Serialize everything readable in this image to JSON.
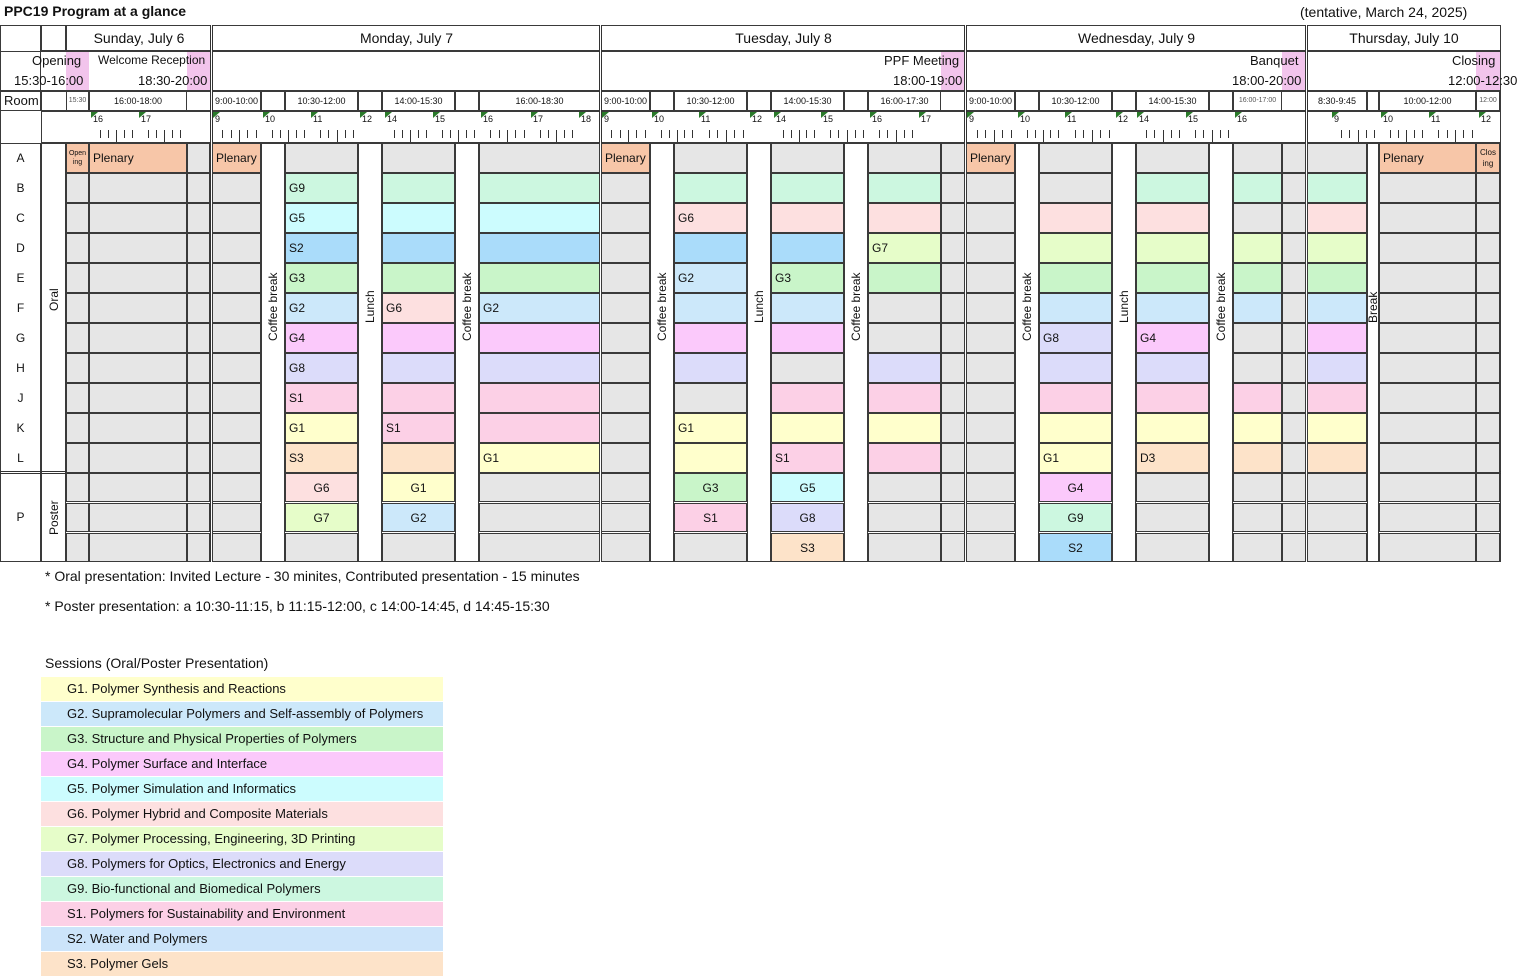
{
  "title": "PPC19 Program at a glance",
  "tentative": "(tentative, March 24, 2025)",
  "room_label": "Room",
  "days": [
    "Sunday, July 6",
    "Monday, July 7",
    "Tuesday, July 8",
    "Wednesday, July 9",
    "Thursday, July 10"
  ],
  "events": [
    {
      "name": "Opening",
      "time": "15:30-16:00"
    },
    {
      "name": "Welcome Reception",
      "time": "18:30-20:00"
    },
    {
      "name": "PPF Meeting",
      "time": "18:00-19:00"
    },
    {
      "name": "Banquet",
      "time": "18:00-20:00"
    },
    {
      "name": "Closing",
      "time": "12:00-12:30"
    }
  ],
  "time_slots": [
    "15:30",
    "16:00-18:00",
    "9:00-10:00",
    "10:30-12:00",
    "14:00-15:30",
    "16:00-18:30",
    "9:00-10:00",
    "10:30-12:00",
    "14:00-15:30",
    "16:00-17:30",
    "9:00-10:00",
    "10:30-12:00",
    "14:00-15:30",
    "16:00-17:00",
    "8:30-9:45",
    "10:00-12:00",
    "12:00"
  ],
  "ticks": [
    "16",
    "17",
    "9",
    "10",
    "11",
    "12",
    "14",
    "15",
    "16",
    "17",
    "18",
    "9",
    "10",
    "11",
    "12",
    "14",
    "15",
    "16",
    "17",
    "9",
    "10",
    "11",
    "12",
    "14",
    "15",
    "16",
    "9",
    "10",
    "11",
    "12"
  ],
  "rooms": [
    "A",
    "B",
    "C",
    "D",
    "E",
    "F",
    "G",
    "H",
    "J",
    "K",
    "L",
    "P"
  ],
  "group_labels": {
    "oral": "Oral",
    "poster": "Poster"
  },
  "breaks": {
    "coffee": "Coffee break",
    "lunch": "Lunch",
    "break": "Break"
  },
  "cells": {
    "plenary": "Plenary",
    "opening_small": "Open ing",
    "closing_small": "Clos ing",
    "mon_1030": [
      "G9",
      "G5",
      "S2",
      "G3",
      "G2",
      "G4",
      "G8",
      "S1",
      "G1",
      "S3"
    ],
    "mon_1400": [
      "G6",
      "S1"
    ],
    "mon_1600": [
      "G2",
      "G1"
    ],
    "tue_1030": [
      "G6",
      "G2",
      "G1"
    ],
    "tue_1400": [
      "G3",
      "S1"
    ],
    "tue_1600": [
      "G7"
    ],
    "wed_1030": [
      "G8",
      "G1"
    ],
    "wed_1400": [
      "G4",
      "D3"
    ],
    "poster_mon_1030": [
      "G6",
      "G7"
    ],
    "poster_mon_1400": [
      "G1",
      "G2"
    ],
    "poster_tue_1030": [
      "G3",
      "S1"
    ],
    "poster_tue_1400": [
      "G5",
      "G8",
      "S3"
    ],
    "poster_wed_1030": [
      "G4",
      "G9",
      "S2"
    ]
  },
  "notes": [
    "* Oral presentation: Invited Lecture - 30 minites, Contributed presentation - 15 minutes",
    "* Poster presentation: a 10:30-11:15, b 11:15-12:00, c 14:00-14:45, d 14:45-15:30"
  ],
  "sessions_title": "Sessions (Oral/Poster Presentation)",
  "sessions": [
    {
      "label": "G1. Polymer Synthesis and Reactions",
      "color": "#ffffcc"
    },
    {
      "label": "G2. Supramolecular Polymers and Self-assembly of Polymers",
      "color": "#cce8fa"
    },
    {
      "label": "G3. Structure and Physical Properties of Polymers",
      "color": "#c9f5c9"
    },
    {
      "label": "G4. Polymer Surface and Interface",
      "color": "#fbc9fb"
    },
    {
      "label": "G5. Polymer Simulation and Informatics",
      "color": "#ccfcfe"
    },
    {
      "label": "G6. Polymer Hybrid and Composite Materials",
      "color": "#fde0e0"
    },
    {
      "label": "G7. Polymer Processing, Engineering, 3D Printing",
      "color": "#e6fdc9"
    },
    {
      "label": "G8. Polymers for Optics, Electronics and Energy",
      "color": "#dcdcfa"
    },
    {
      "label": "G9. Bio-functional and Biomedical Polymers",
      "color": "#ccf7e0"
    },
    {
      "label": "S1. Polymers for Sustainability and Environment",
      "color": "#fcd0e6"
    },
    {
      "label": "S2. Water and Polymers",
      "color": "#cce4fa"
    },
    {
      "label": "S3. Polymer Gels",
      "color": "#fde3c9"
    }
  ],
  "colors": {
    "G1": "#ffffcc",
    "G2": "#cce8fa",
    "G3": "#c9f5c9",
    "G4": "#fbc9fb",
    "G5": "#ccfcfe",
    "G6": "#fde0e0",
    "G7": "#e6fdc9",
    "G8": "#dcdcfa",
    "G9": "#ccf7e0",
    "S1": "#fcd0e6",
    "S2": "#aadcfa",
    "S3": "#fde3c9",
    "D3": "#fde3c9",
    "plenary": "#f7c6a8",
    "event": "#f2c4ec",
    "blank": "#e6e6e6",
    "tick_flag": "#2a7a2a"
  }
}
